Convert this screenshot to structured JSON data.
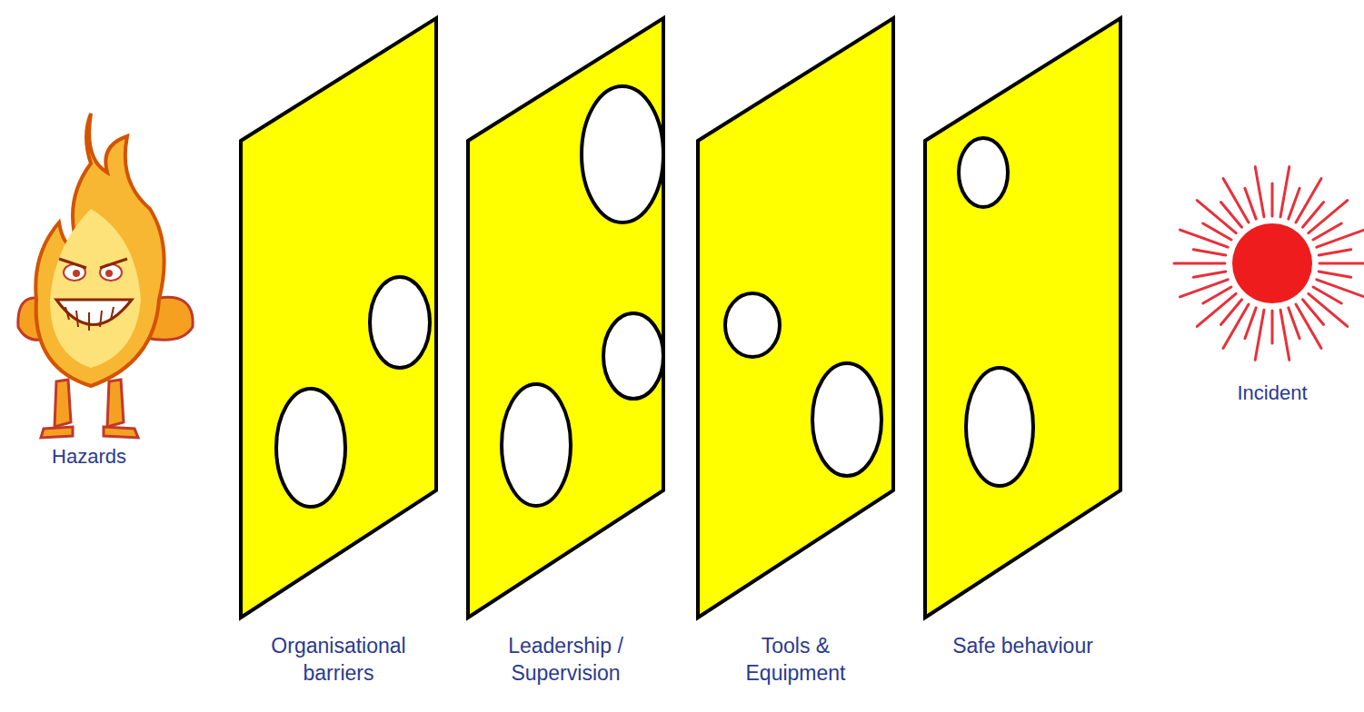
{
  "diagram": {
    "nodes": [
      {
        "text": [
          "Organisational barriers"
        ]
      },
      {
        "text": [
          "Leadership / Supervision"
        ]
      },
      {
        "text": [
          "Tools & Equipment"
        ]
      },
      {
        "text": [
          "Safe behaviour"
        ]
      }
    ],
    "labels": [
      "Hazards",
      "Incident"
    ]
  }
}
